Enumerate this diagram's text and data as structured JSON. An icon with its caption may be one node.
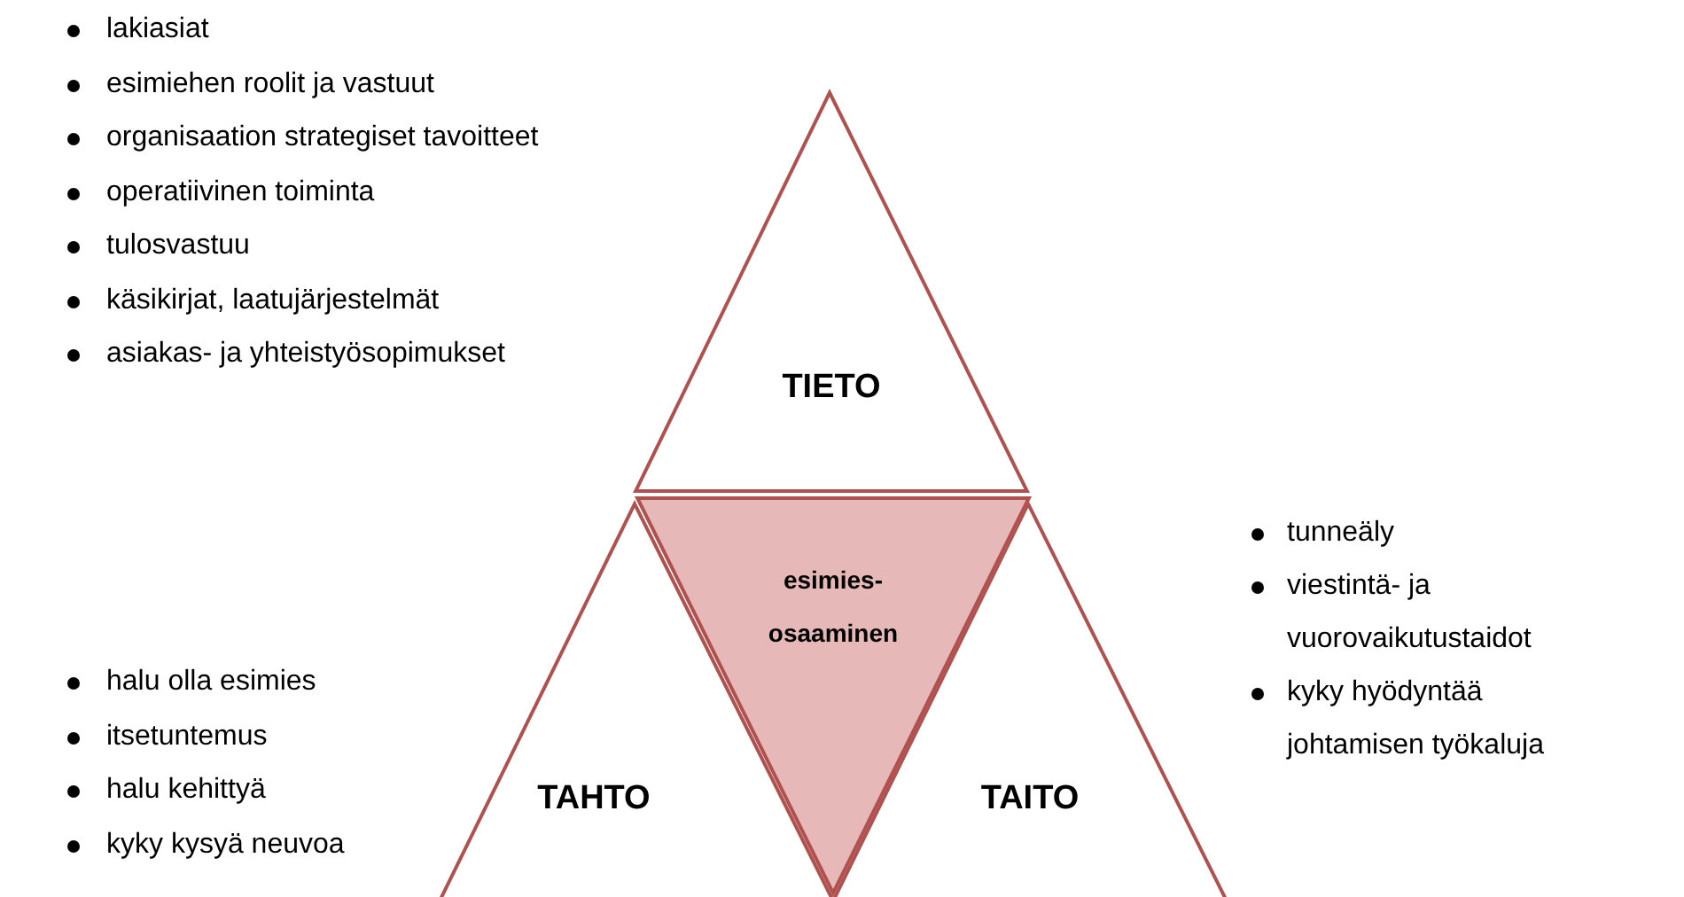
{
  "diagram": {
    "nodes": [
      {
        "text": [
          "TIETO"
        ]
      },
      {
        "text": [
          "TAHTO"
        ]
      },
      {
        "text": [
          "TAITO"
        ]
      },
      {
        "text": [
          "esimies- osaaminen"
        ]
      }
    ],
    "labels": [
      "lakiasiat",
      "esimiehen roolit ja vastuut",
      "organisaation strategiset tavoitteet",
      "operatiivinen toiminta",
      "tulosvastuu",
      "käsikirjat, laatujärjestelmät",
      "asiakas- ja yhteistyösopimukset",
      "halu olla esimies",
      "itsetuntemus",
      "halu kehittyä",
      "kyky kysyä neuvoa",
      "tunneäly",
      "viestintä- ja vuorovaikutustaidot",
      "kyky hyödyntää johtamisen työkaluja"
    ]
  }
}
